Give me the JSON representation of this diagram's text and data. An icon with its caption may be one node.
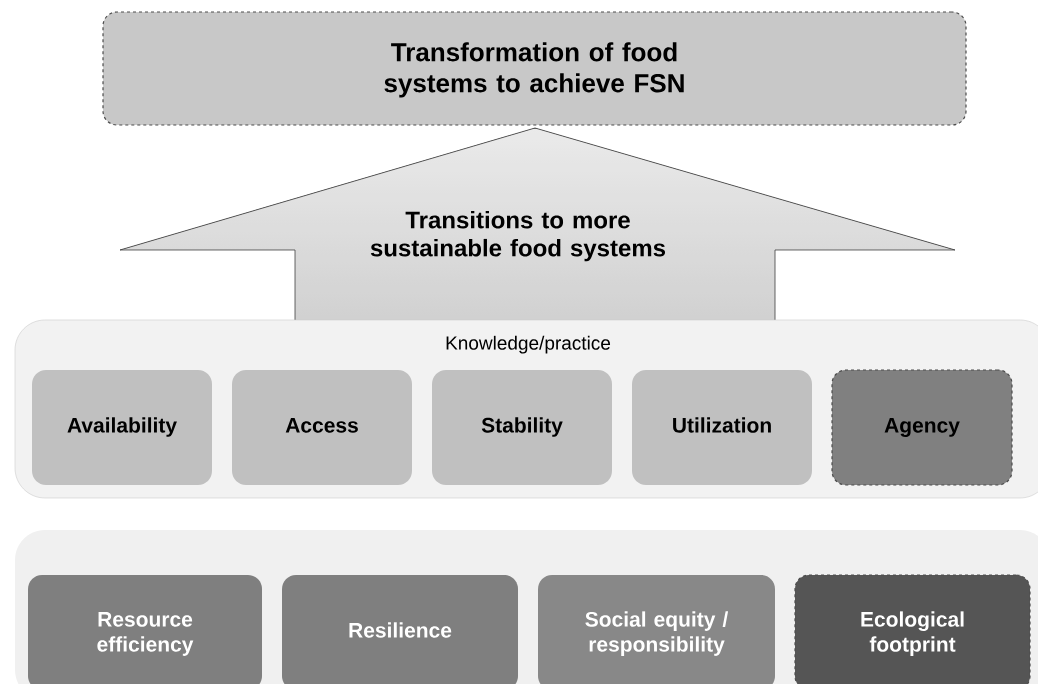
{
  "diagram": {
    "nodes": [
      {
        "text": [
          "Transformation of food systems to achieve FSN"
        ]
      },
      {
        "text": [
          "Transitions to more sustainable food systems"
        ]
      },
      {
        "text": [
          "Knowledge/practice"
        ]
      },
      {
        "text": [
          "Availability"
        ],
        "in": 2
      },
      {
        "text": [
          "Access"
        ],
        "in": 2
      },
      {
        "text": [
          "Stability"
        ],
        "in": 2
      },
      {
        "text": [
          "Utilization"
        ],
        "in": 2
      },
      {
        "text": [
          "Agency"
        ],
        "in": 2
      },
      {
        "text": [],
        "shape": "box"
      },
      {
        "text": [
          "Resource efficiency"
        ],
        "in": 8
      },
      {
        "text": [
          "Resilience"
        ],
        "in": 8
      },
      {
        "text": [
          "Social equity / responsibility"
        ],
        "in": 8
      },
      {
        "text": [
          "Ecological footprint"
        ],
        "in": 8
      }
    ]
  }
}
